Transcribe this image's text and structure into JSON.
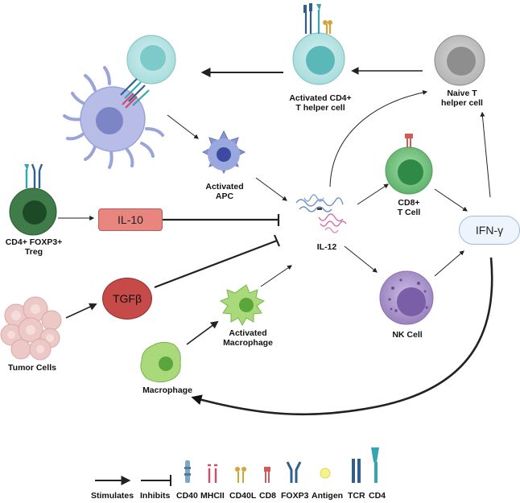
{
  "labels": {
    "activated_cd4": [
      "Activated CD4+",
      "T helper cell"
    ],
    "naive_t": [
      "Naive T",
      "helper cell"
    ],
    "activated_apc": [
      "Activated",
      "APC"
    ],
    "cd8": [
      "CD8+",
      "T Cell"
    ],
    "treg": [
      "CD4+ FOXP3+",
      "Treg"
    ],
    "il12": "IL-12",
    "nk": "NK Cell",
    "activated_macrophage": [
      "Activated",
      "Macrophage"
    ],
    "tumor": "Tumor Cells",
    "macrophage": "Macrophage"
  },
  "boxes": {
    "il10": "IL-10",
    "tgfb": "TGFβ",
    "ifng": "IFN-γ"
  },
  "legend": {
    "stimulates": "Stimulates",
    "inhibits": "Inhibits",
    "cd40": "CD40",
    "mhcii": "MHCII",
    "cd40l": "CD40L",
    "cd8": "CD8",
    "foxp3": "FOXP3",
    "antigen": "Antigen",
    "tcr": "TCR",
    "cd4": "CD4"
  },
  "colors": {
    "il10_fill": "#e8857f",
    "tgfb_fill": "#c64a47",
    "ifng_fill": "#eef4fb",
    "ifng_border": "#9bbde0",
    "naive_cell": "#bdbdbd",
    "helper_cell": "#b9e3e3",
    "apc": "#8897d3",
    "cd8_cell": "#72c17f",
    "treg_cell": "#2f6e3c",
    "nk_cell": "#a992c8",
    "macrophage": "#a9d97b",
    "tumor": "#ecc9c7"
  }
}
